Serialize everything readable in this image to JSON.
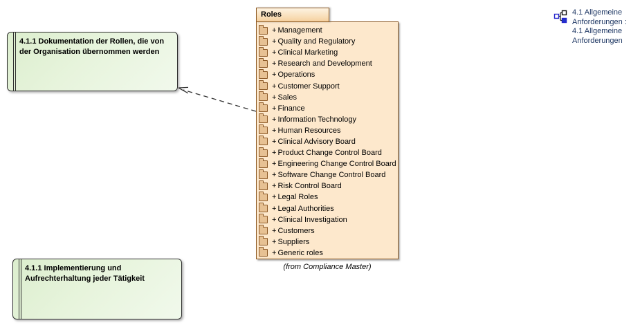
{
  "activities": [
    {
      "title": "4.1.1 Dokumentation der Rollen, die von der Organisation übernommen werden"
    },
    {
      "title": "4.1.1 Implementierung und Aufrechterhaltung jeder Tätigkeit"
    }
  ],
  "roles": {
    "name": "Roles",
    "item_prefix": "+",
    "items": [
      "Management",
      "Quality and Regulatory",
      "Clinical Marketing",
      "Research and Development",
      "Operations",
      "Customer Support",
      "Sales",
      "Finance",
      "Information Technology",
      "Human Resources",
      "Clinical Advisory Board",
      "Product Change Control Board",
      "Engineering Change Control Board",
      "Software Change Control Board",
      "Risk Control Board",
      "Legal Roles",
      "Legal Authorities",
      "Clinical Investigation",
      "Customers",
      "Suppliers",
      "Generic roles"
    ],
    "source_note": "(from Compliance Master)"
  },
  "diagram_reference": {
    "label": "4.1 Allgemeine\nAnforderungen :\n4.1 Allgemeine\nAnforderungen"
  },
  "colors": {
    "activity_fill": "#e3f2d9",
    "activity_border": "#2f2f2f",
    "package_fill": "#fde8cc",
    "package_border": "#8d5922",
    "folder_fill": "#e7c193",
    "connector": "#333333",
    "reference_text": "#1f3864"
  }
}
